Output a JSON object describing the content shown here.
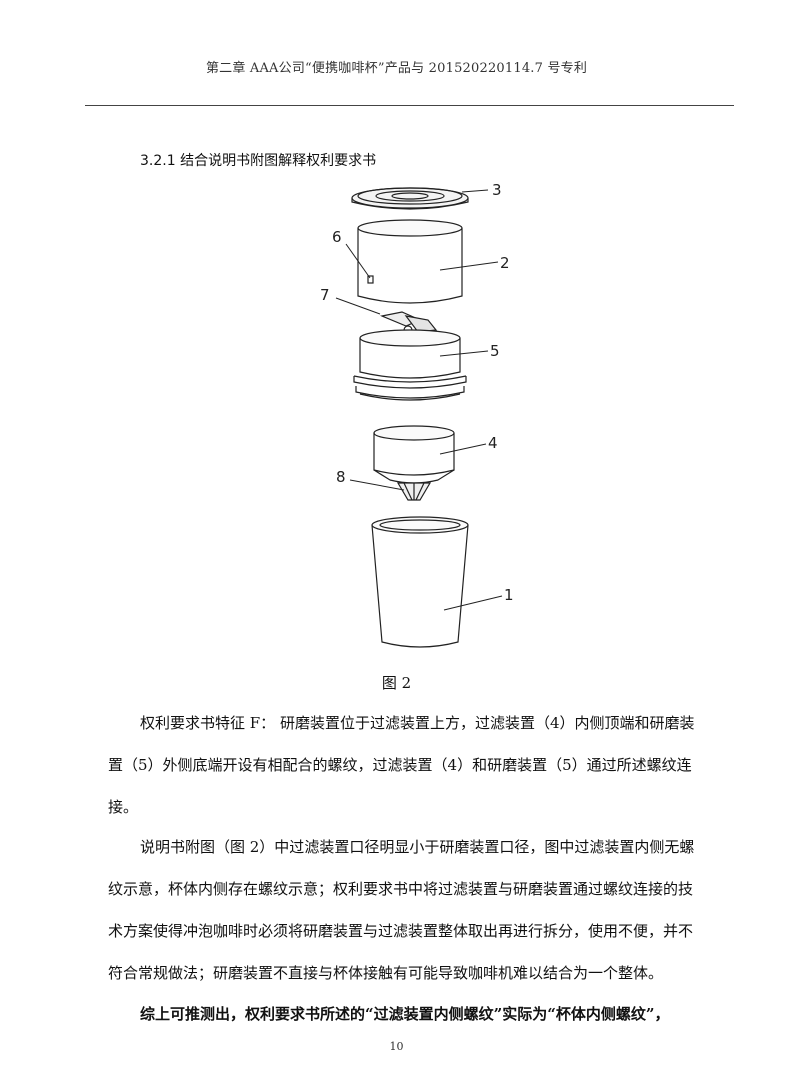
{
  "header": {
    "running_title": "第二章 AAA公司“便携咖啡杯”产品与 201520220114.7 号专利"
  },
  "section_heading": "3.2.1 结合说明书附图解释权利要求书",
  "figure": {
    "callouts": [
      "3",
      "2",
      "6",
      "7",
      "5",
      "4",
      "8",
      "1"
    ],
    "caption": "图 2"
  },
  "paragraphs": {
    "p1": [
      "权利要求书特征 F： 研磨装置位于过滤装置上方，过滤装置（4）内侧顶端和研磨装",
      "置（5）外侧底端开设有相配合的螺纹，过滤装置（4）和研磨装置（5）通过所述螺纹连",
      "接。"
    ],
    "p2": [
      "说明书附图（图 2）中过滤装置口径明显小于研磨装置口径，图中过滤装置内侧无螺",
      "纹示意，杯体内侧存在螺纹示意；权利要求书中将过滤装置与研磨装置通过螺纹连接的技",
      "术方案使得冲泡咖啡时必须将研磨装置与过滤装置整体取出再进行拆分，使用不便，并不",
      "符合常规做法；研磨装置不直接与杯体接触有可能导致咖啡机难以结合为一个整体。"
    ],
    "p3": [
      "综上可推测出，权利要求书所述的“过滤装置内侧螺纹”实际为“杯体内侧螺纹”，"
    ]
  },
  "footer": {
    "page_number": "10"
  }
}
